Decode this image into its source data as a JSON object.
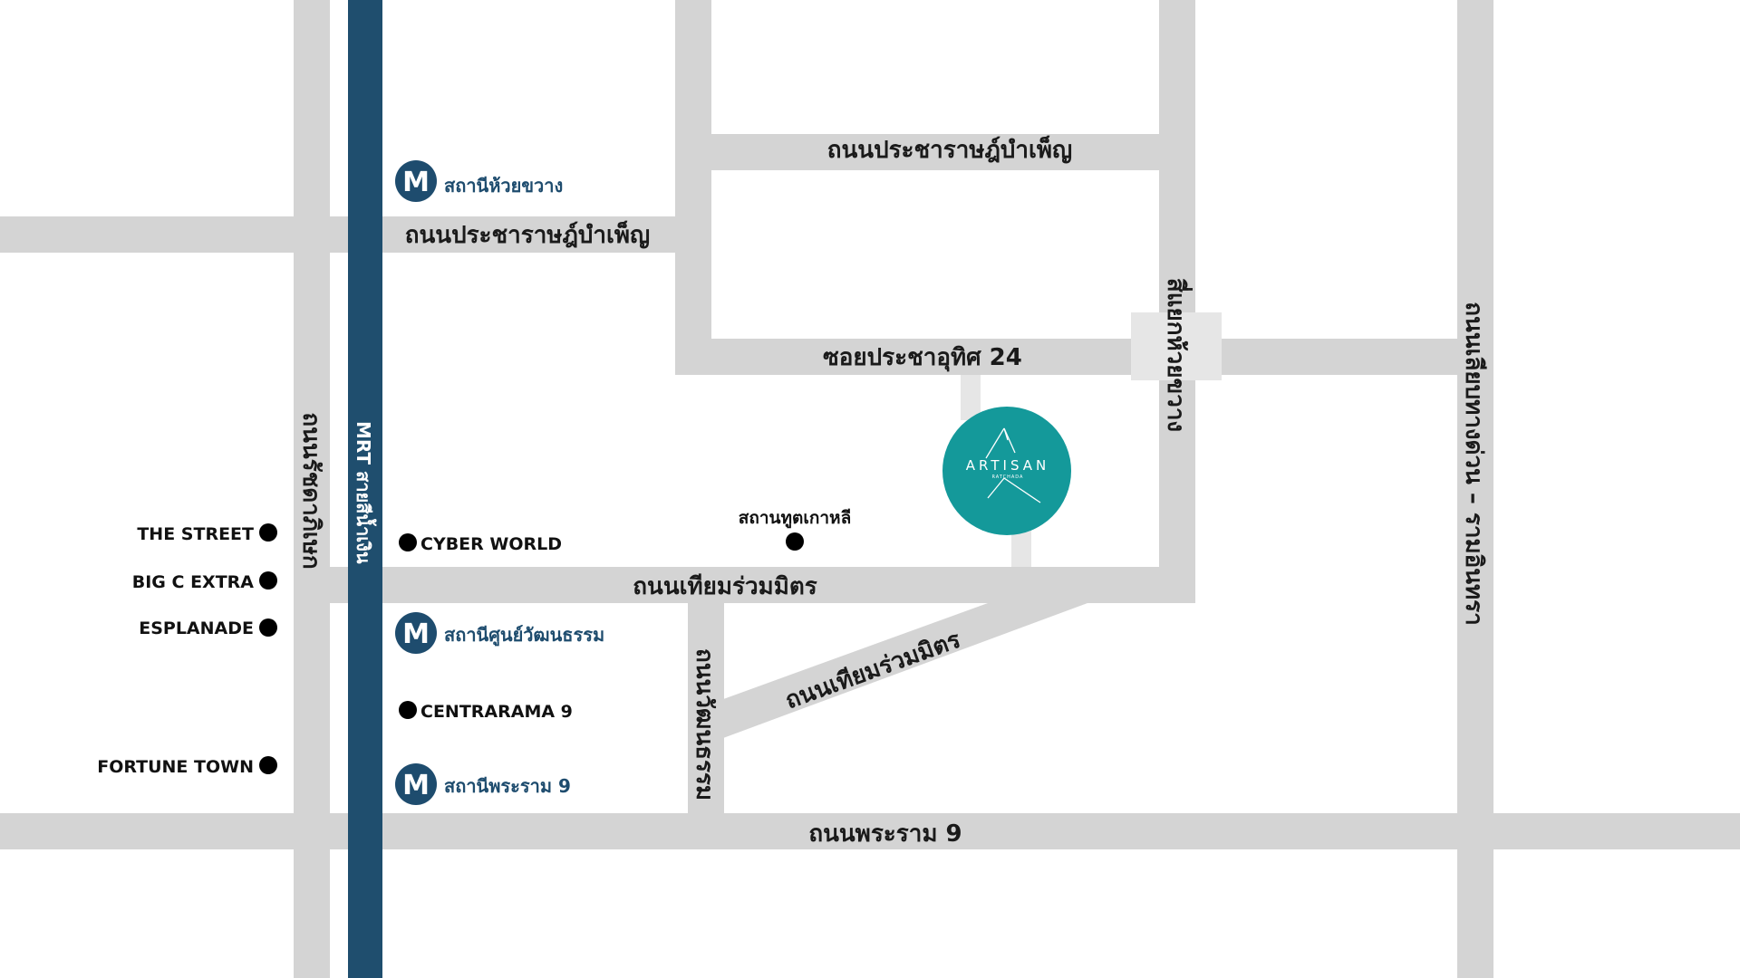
{
  "colors": {
    "road": "#d4d4d4",
    "mrt_line": "#1f4e6e",
    "station": "#1e4c6e",
    "project": "#14999a",
    "poi_dot": "#000000"
  },
  "mrt_line": {
    "label": "MRT สายสีน้ำเงิน"
  },
  "roads": [
    {
      "id": "pracharat-top",
      "label": "ถนนประชาราษฎ์บำเพ็ญ"
    },
    {
      "id": "pracharat-left",
      "label": "ถนนประชาราษฎ์บำเพ็ญ"
    },
    {
      "id": "soi-prachauthit",
      "label": "ซอยประชาอุทิศ 24"
    },
    {
      "id": "tiam-ruammit",
      "label": "ถนนเทียมร่วมมิตร"
    },
    {
      "id": "tiam-ruammit-diag",
      "label": "ถนนเทียมร่วมมิตร"
    },
    {
      "id": "rama9",
      "label": "ถนนพระราม 9"
    },
    {
      "id": "ratchadaphisek",
      "label": "ถนนรัชดาภิเษก"
    },
    {
      "id": "watthanatham",
      "label": "ถนนวัฒนธรรม"
    },
    {
      "id": "huai-khwang-junction",
      "label": "สี่แยกห้วยขวาง"
    },
    {
      "id": "ramkhamhaeng",
      "label": "ถนนเลียบทางด่วน – รามอินทรา"
    }
  ],
  "stations": [
    {
      "id": "huai-khwang",
      "label": "สถานีห้วยขวาง",
      "icon": "mrt-m-icon"
    },
    {
      "id": "cultural-center",
      "label": "สถานีศูนย์วัฒนธรรม",
      "icon": "mrt-m-icon"
    },
    {
      "id": "rama9",
      "label": "สถานีพระราม 9",
      "icon": "mrt-m-icon"
    }
  ],
  "pois": [
    {
      "id": "the-street",
      "label": "THE STREET"
    },
    {
      "id": "big-c-extra",
      "label": "BIG C EXTRA"
    },
    {
      "id": "esplanade",
      "label": "ESPLANADE"
    },
    {
      "id": "fortune-town",
      "label": "FORTUNE TOWN"
    },
    {
      "id": "cyber-world",
      "label": "CYBER WORLD"
    },
    {
      "id": "centrarama-9",
      "label": "CENTRARAMA 9"
    },
    {
      "id": "korean-embassy",
      "label": "สถานทูตเกาหลี"
    }
  ],
  "project": {
    "name": "ARTISAN",
    "sub": "RATCHADA",
    "icon": "artisan-logo-icon"
  }
}
